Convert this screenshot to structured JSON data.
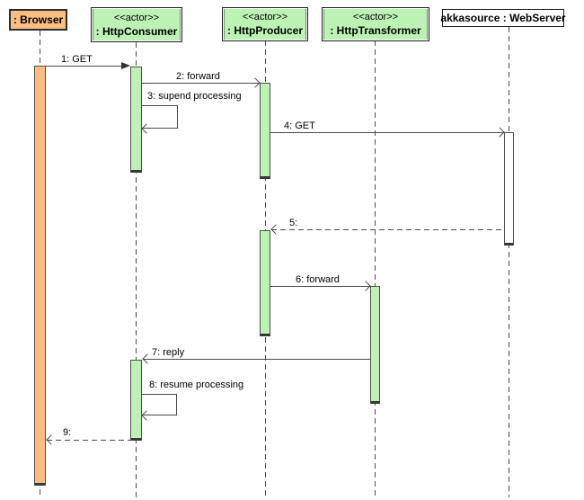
{
  "diagram": {
    "type": "uml-sequence-diagram",
    "colors": {
      "actor_fill": "#bdf2b5",
      "browser_fill": "#fbbd82",
      "webserver_fill": "#ffffff",
      "line": "#4a4a4a"
    },
    "participants": [
      {
        "id": "browser",
        "stereotype": "",
        "label": ": Browser"
      },
      {
        "id": "http-consumer",
        "stereotype": "<<actor>>",
        "label": ": HttpConsumer"
      },
      {
        "id": "http-producer",
        "stereotype": "<<actor>>",
        "label": ": HttpProducer"
      },
      {
        "id": "http-transformer",
        "stereotype": "<<actor>>",
        "label": ": HttpTransformer"
      },
      {
        "id": "web-server",
        "stereotype": "",
        "label": "akkasource : WebServer"
      }
    ],
    "messages": [
      {
        "label": "1: GET",
        "from": ": Browser",
        "to": ": HttpConsumer",
        "line": "solid",
        "arrowhead": "filled",
        "self": false
      },
      {
        "label": "2: forward",
        "from": ": HttpConsumer",
        "to": ": HttpProducer",
        "line": "solid",
        "arrowhead": "open",
        "self": false
      },
      {
        "label": "3: supend processing",
        "from": ": HttpConsumer",
        "to": ": HttpConsumer",
        "line": "solid",
        "arrowhead": "open",
        "self": true
      },
      {
        "label": "4: GET",
        "from": ": HttpProducer",
        "to": "akkasource : WebServer",
        "line": "solid",
        "arrowhead": "open",
        "self": false
      },
      {
        "label": "5:",
        "from": "akkasource : WebServer",
        "to": ": HttpProducer",
        "line": "dashed",
        "arrowhead": "open",
        "self": false
      },
      {
        "label": "6: forward",
        "from": ": HttpProducer",
        "to": ": HttpTransformer",
        "line": "solid",
        "arrowhead": "open",
        "self": false
      },
      {
        "label": "7: reply",
        "from": ": HttpTransformer",
        "to": ": HttpConsumer",
        "line": "solid",
        "arrowhead": "open",
        "self": false
      },
      {
        "label": "8: resume processing",
        "from": ": HttpConsumer",
        "to": ": HttpConsumer",
        "line": "solid",
        "arrowhead": "open",
        "self": true
      },
      {
        "label": "9:",
        "from": ": HttpConsumer",
        "to": ": Browser",
        "line": "dashed",
        "arrowhead": "open",
        "self": false
      }
    ]
  }
}
